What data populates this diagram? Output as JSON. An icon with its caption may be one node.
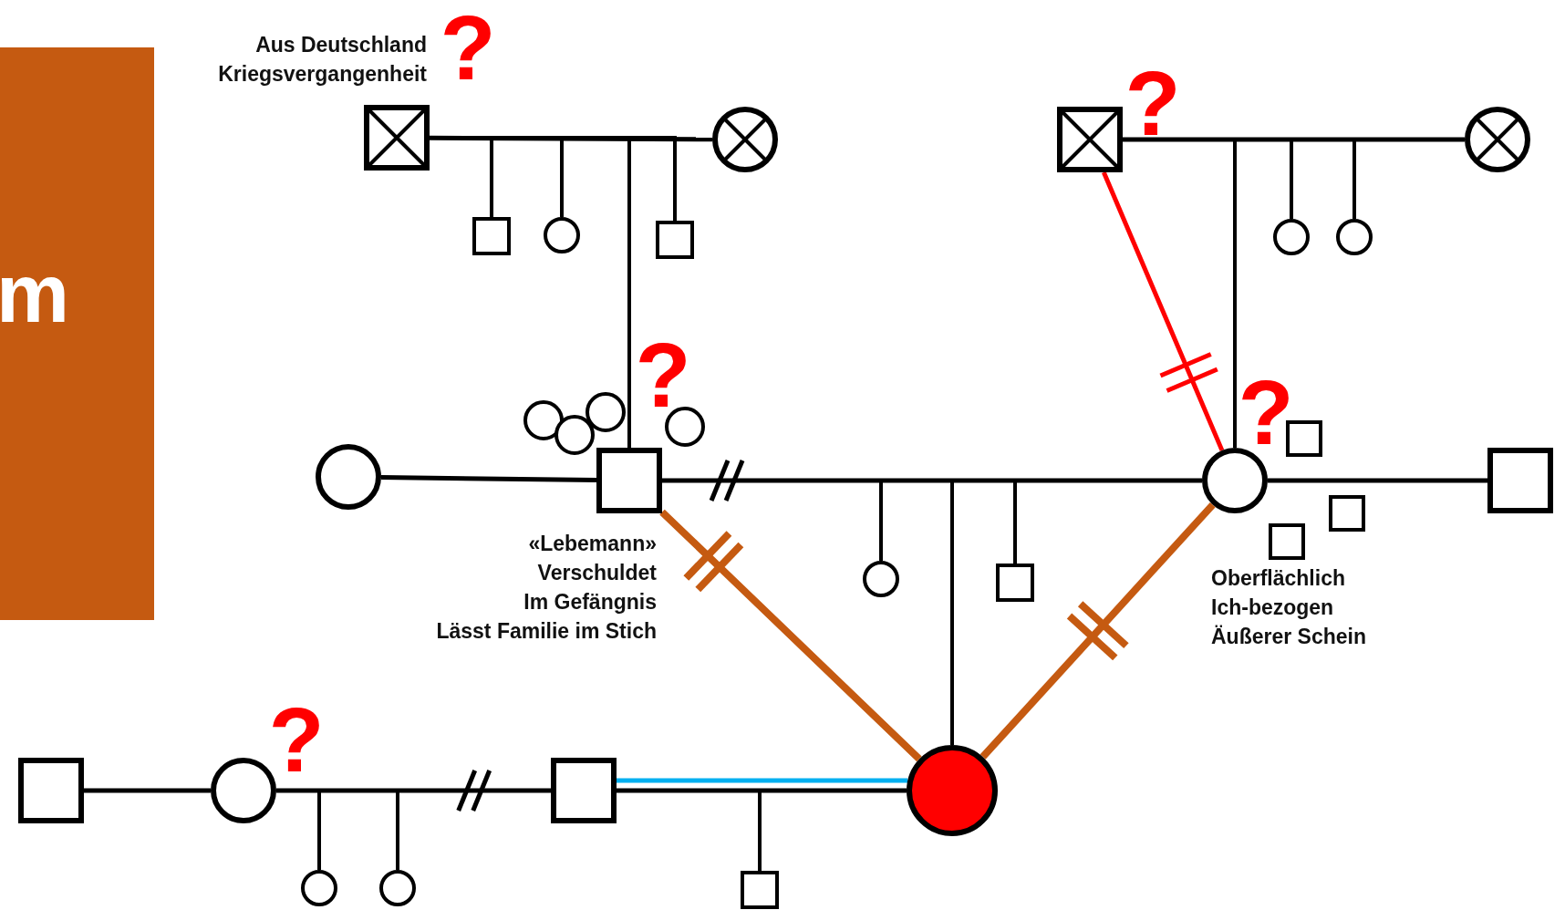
{
  "diagram": {
    "nodes": [
      {
        "text": [
          "m"
        ]
      },
      {
        "text": [],
        "shape": "box",
        "beside": [
          "Aus Deutschland",
          "Kriegsvergangenheit"
        ]
      },
      {
        "text": [],
        "shape": "circle"
      },
      {
        "text": [],
        "shape": "box"
      },
      {
        "text": [],
        "shape": "circle"
      },
      {
        "text": [],
        "shape": "box"
      },
      {
        "text": [],
        "shape": "circle"
      },
      {
        "text": [],
        "shape": "box"
      },
      {
        "text": [],
        "shape": "circle"
      },
      {
        "text": [],
        "shape": "circle"
      },
      {
        "text": [],
        "shape": "circle"
      },
      {
        "text": [],
        "shape": "circle"
      },
      {
        "text": [],
        "shape": "circle"
      },
      {
        "text": [],
        "shape": "circle"
      },
      {
        "text": [],
        "shape": "box"
      },
      {
        "text": [],
        "shape": "circle"
      },
      {
        "text": [],
        "shape": "box",
        "beside": [
          "«Lebemann»",
          "Verschuldet",
          "Im Gefängnis",
          "Lässt Familie im Stich"
        ]
      },
      {
        "text": [],
        "shape": "circle",
        "beside": [
          "Oberflächlich",
          "Ich-bezogen",
          "Äußerer Schein"
        ]
      },
      {
        "text": [],
        "shape": "box"
      },
      {
        "text": [],
        "shape": "box"
      },
      {
        "text": [],
        "shape": "box"
      },
      {
        "text": [],
        "shape": "circle"
      },
      {
        "text": [],
        "shape": "box"
      },
      {
        "text": [],
        "shape": "box"
      },
      {
        "text": [],
        "shape": "circle"
      },
      {
        "text": [],
        "shape": "box"
      },
      {
        "text": [],
        "shape": "circle"
      },
      {
        "text": [],
        "shape": "circle"
      },
      {
        "text": [],
        "shape": "circle"
      },
      {
        "text": [],
        "shape": "box"
      }
    ],
    "edges": [
      {
        "from": 1,
        "to": 2,
        "arrow": "none"
      },
      {
        "from": 1,
        "to": 5,
        "arrow": "none"
      },
      {
        "from": 1,
        "to": 6,
        "arrow": "none"
      },
      {
        "from": 1,
        "to": 7,
        "arrow": "none"
      },
      {
        "from": 1,
        "to": 16,
        "arrow": "none"
      },
      {
        "from": 3,
        "to": 4,
        "arrow": "none"
      },
      {
        "from": 3,
        "to": 17,
        "arrow": "none"
      },
      {
        "from": 3,
        "to": 8,
        "arrow": "none"
      },
      {
        "from": 3,
        "to": 9,
        "arrow": "none"
      },
      {
        "from": 3,
        "to": 17,
        "arrow": "none",
        "color": "#ff0000"
      },
      {
        "from": 15,
        "to": 16,
        "arrow": "none"
      },
      {
        "from": 16,
        "to": 17,
        "arrow": "none"
      },
      {
        "from": 16,
        "to": 21,
        "arrow": "none"
      },
      {
        "from": 16,
        "to": 22,
        "arrow": "none"
      },
      {
        "from": 16,
        "to": 26,
        "arrow": "none"
      },
      {
        "from": 16,
        "to": 26,
        "arrow": "none",
        "style": "thick",
        "color": "#c55a11"
      },
      {
        "from": 17,
        "to": 26,
        "arrow": "none",
        "style": "thick",
        "color": "#c55a11"
      },
      {
        "from": 17,
        "to": 18,
        "arrow": "none"
      },
      {
        "from": 23,
        "to": 24,
        "arrow": "none"
      },
      {
        "from": 24,
        "to": 25,
        "arrow": "none"
      },
      {
        "from": 24,
        "to": 27,
        "arrow": "none"
      },
      {
        "from": 24,
        "to": 28,
        "arrow": "none"
      },
      {
        "from": 25,
        "to": 26,
        "arrow": "none"
      },
      {
        "from": 25,
        "to": 26,
        "arrow": "none",
        "color": "#00b0f0"
      },
      {
        "from": 25,
        "to": 29,
        "arrow": "none"
      }
    ],
    "labels": [
      "?",
      "?",
      "?",
      "?",
      "?"
    ]
  }
}
